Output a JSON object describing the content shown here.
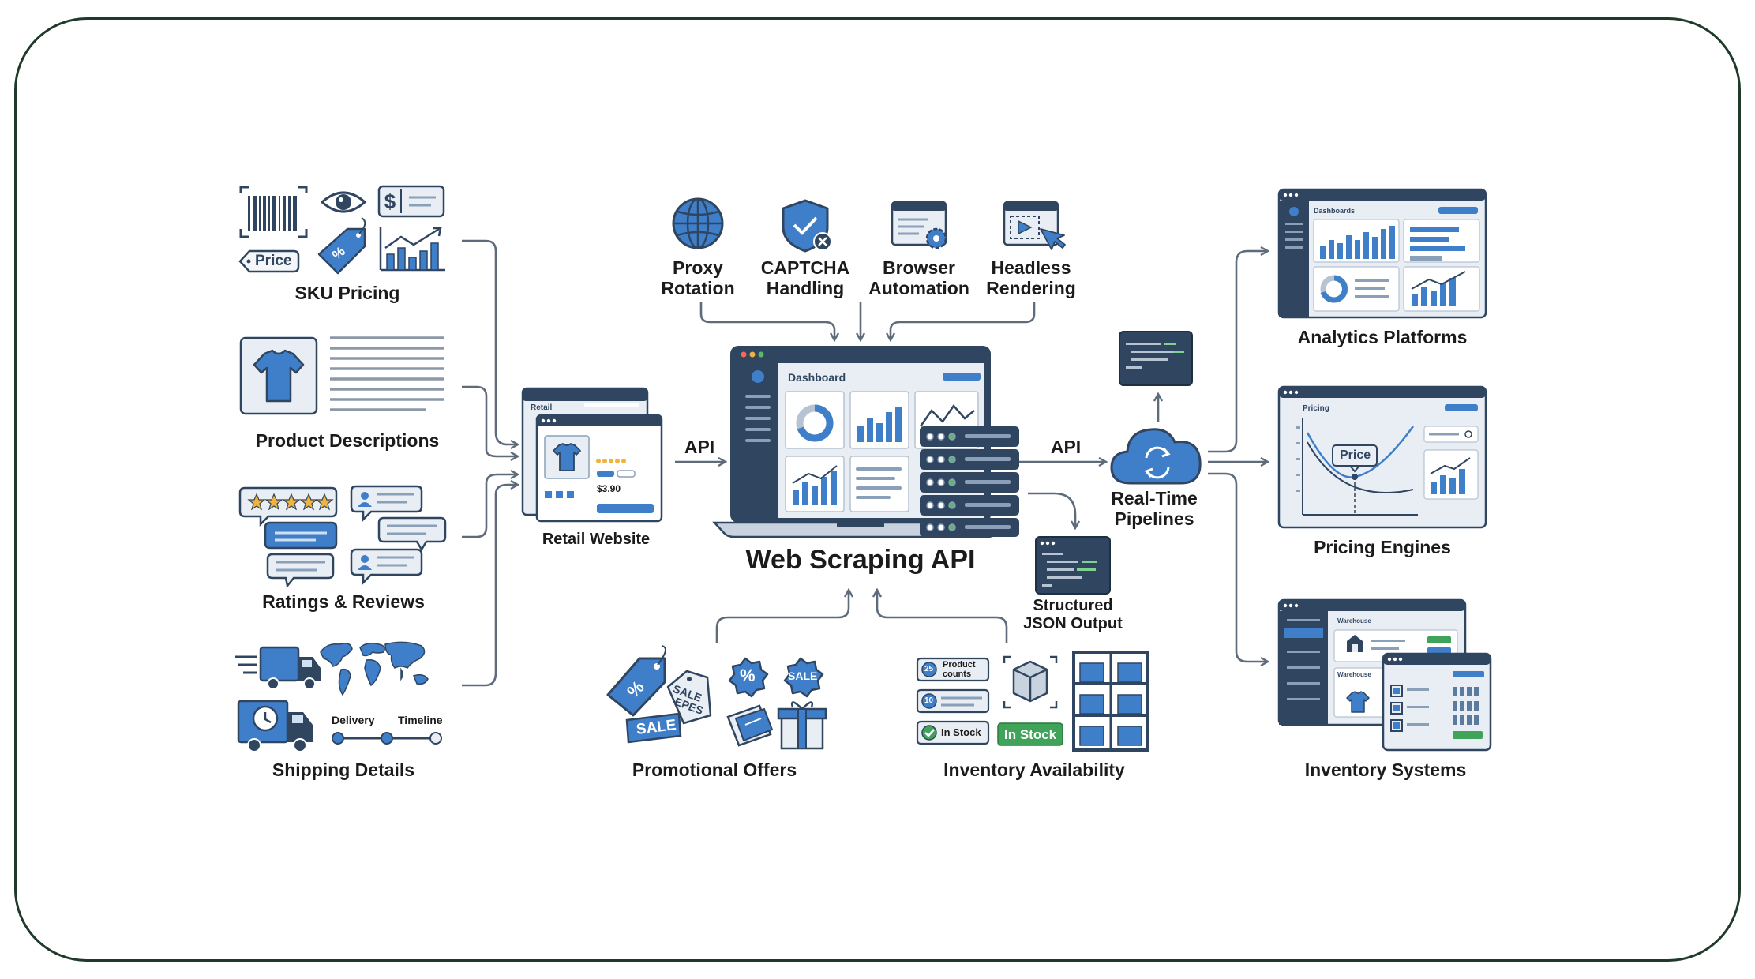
{
  "center": {
    "title": "Web Scraping API",
    "dashboard_title": "Dashboard"
  },
  "sources": {
    "sku": {
      "label": "SKU Pricing",
      "tag": "Price"
    },
    "descriptions": {
      "label": "Product Descriptions"
    },
    "reviews": {
      "label": "Ratings & Reviews"
    },
    "shipping": {
      "label": "Shipping Details",
      "delivery": "Delivery",
      "timeline": "Timeline"
    }
  },
  "retail": {
    "label": "Retail Website",
    "window_title": "Retail",
    "price": "$3.90"
  },
  "api_left": "API",
  "api_right": "API",
  "features": [
    {
      "line1": "Proxy",
      "line2": "Rotation"
    },
    {
      "line1": "CAPTCHA",
      "line2": "Handling"
    },
    {
      "line1": "Browser",
      "line2": "Automation"
    },
    {
      "line1": "Headless",
      "line2": "Rendering"
    }
  ],
  "pipelines": {
    "line1": "Real-Time",
    "line2": "Pipelines"
  },
  "json_output": {
    "line1": "Structured",
    "line2": "JSON Output"
  },
  "bottom": {
    "promo": {
      "label": "Promotional Offers",
      "sale": "SALE",
      "sale2": "SALE",
      "sale3": "SALE",
      "epes": "EPES"
    },
    "inventory": {
      "label": "Inventory Availability",
      "product": "Product",
      "counts": "counts",
      "in_stock": "In Stock",
      "in_stock_badge": "In Stock",
      "n25": "25",
      "n10": "10"
    }
  },
  "outputs": {
    "analytics": {
      "label": "Analytics Platforms",
      "window_title": "Dashboards"
    },
    "pricing": {
      "label": "Pricing Engines",
      "window_title": "Pricing",
      "bubble": "Price"
    },
    "inventory": {
      "label": "Inventory Systems",
      "window_title": "Warehouse",
      "window_title2": "Warehouse"
    }
  },
  "colors": {
    "accent": "#3f7fc9",
    "dark": "#2f4560",
    "light": "#e9eef5",
    "line": "#5d6b7b",
    "green": "#3fa35a"
  }
}
